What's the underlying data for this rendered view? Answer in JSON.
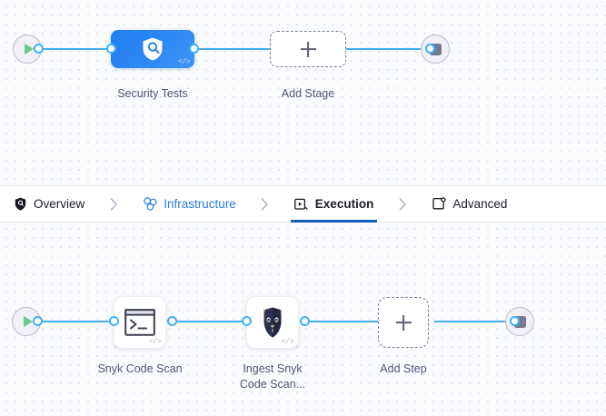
{
  "tabbar": {
    "tabs": [
      {
        "label": "Overview",
        "icon": "shield-icon",
        "state": "default"
      },
      {
        "label": "Infrastructure",
        "icon": "infrastructure-icon",
        "state": "link"
      },
      {
        "label": "Execution",
        "icon": "execution-play-icon",
        "state": "active"
      },
      {
        "label": "Advanced",
        "icon": "advanced-gear-icon",
        "state": "default"
      }
    ],
    "separator": "›"
  },
  "stage_canvas": {
    "start_node": {
      "name": "pipeline-start",
      "icon": "play-icon"
    },
    "end_node": {
      "name": "pipeline-end",
      "icon": "stop-icon"
    },
    "nodes": [
      {
        "label": "Security Tests",
        "icon": "security-shield-scan-icon",
        "badge": "</>",
        "type": "stage"
      },
      {
        "label": "Add Stage",
        "icon": "plus-icon",
        "type": "add"
      }
    ]
  },
  "step_canvas": {
    "start_node": {
      "name": "execution-start",
      "icon": "play-icon"
    },
    "end_node": {
      "name": "execution-end",
      "icon": "stop-icon"
    },
    "nodes": [
      {
        "label": "Snyk Code Scan",
        "icon": "terminal-icon",
        "badge": "</>",
        "type": "step"
      },
      {
        "label_line1": "Ingest Snyk",
        "label_line2": "Code Scan...",
        "icon": "snyk-dog-icon",
        "badge": "</>",
        "type": "step"
      },
      {
        "label": "Add Step",
        "icon": "plus-icon",
        "type": "add"
      }
    ]
  },
  "colors": {
    "edge": "#42b0f5",
    "accent_blue": "#2a7ce0",
    "active_underline": "#1a5fb8",
    "stage_gradient_from": "#1f7ff0",
    "stage_gradient_to": "#3f94f7",
    "canvas_bg": "#fafbfd",
    "dashed_border": "#7b7f99",
    "start_play": "#6fc78a",
    "stop_square": "#76798e"
  }
}
